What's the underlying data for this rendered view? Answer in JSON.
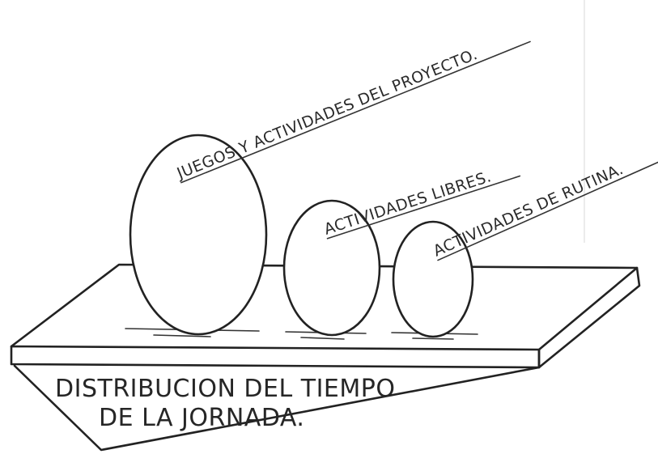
{
  "labels": {
    "projects": "JUEGOS Y ACTIVIDADES DEL PROYECTO.",
    "free": "ACTIVIDADES LIBRES.",
    "routine": "ACTIVIDADES DE RUTINA."
  },
  "caption": {
    "line1": "DISTRIBUCION DEL TIEMPO",
    "line2": "DE LA JORNADA."
  },
  "colors": {
    "ink": "#222222",
    "paper": "#ffffff"
  }
}
